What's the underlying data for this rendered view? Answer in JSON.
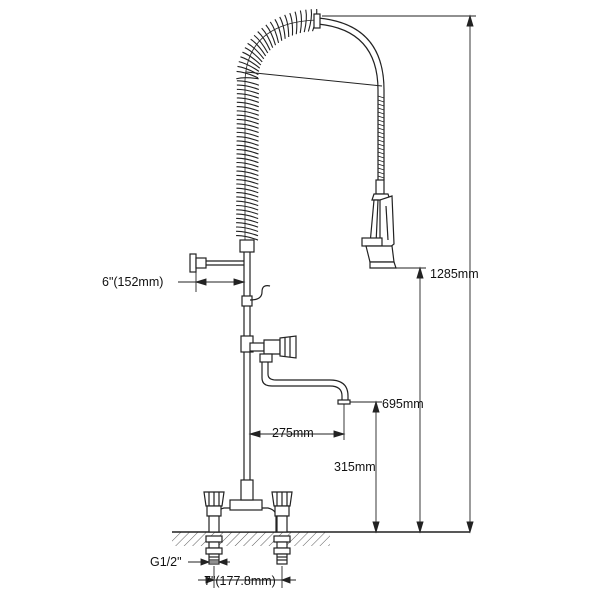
{
  "dimensions": {
    "total_height": "1285mm",
    "spout_height": "695mm",
    "faucet_height": "315mm",
    "faucet_reach": "275mm",
    "wall_bracket_offset": "6\"(152mm)",
    "inlet_spacing": "7\"(177.8mm)",
    "thread": "G1/2\""
  },
  "colors": {
    "line": "#222222",
    "background": "#ffffff"
  }
}
